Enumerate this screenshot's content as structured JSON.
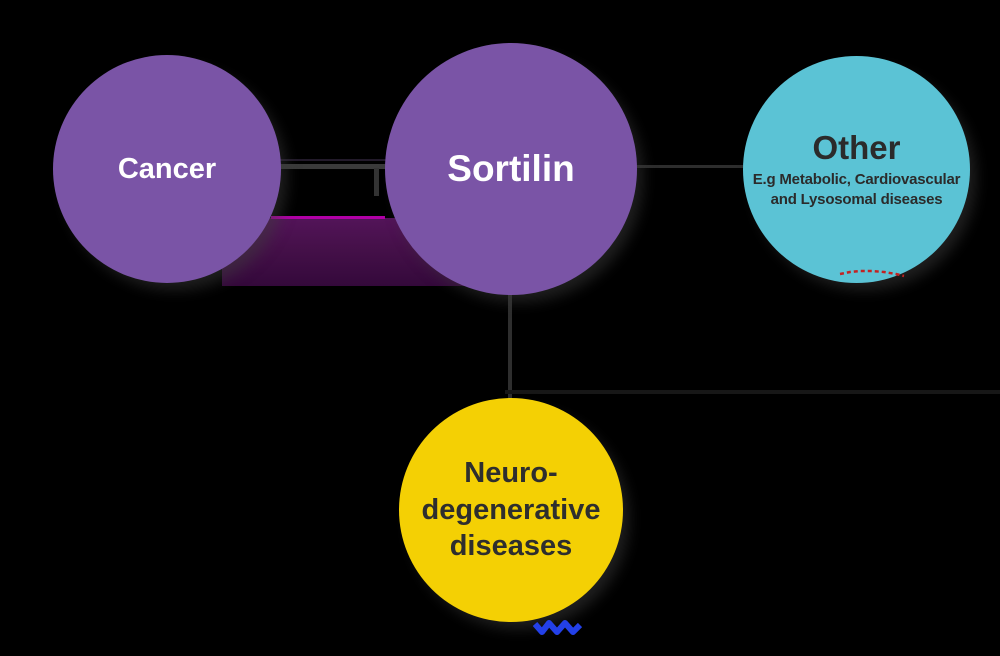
{
  "diagram": {
    "title_implicit": "Sortilin disease associations",
    "background_color": "#000000",
    "nodes": {
      "cancer": {
        "label": "Cancer",
        "fill_color": "#7A54A6",
        "text_color": "#FFFFFF"
      },
      "sortilin": {
        "label": "Sortilin",
        "fill_color": "#7A54A6",
        "text_color": "#FFFFFF"
      },
      "other": {
        "label": "Other",
        "subtitle_line1": "E.g Metabolic, Cardiovascular",
        "subtitle_line2": "and Lysosomal diseases",
        "fill_color": "#5BC3D5",
        "text_color": "#2B2B2B"
      },
      "neuro": {
        "line1": "Neuro-",
        "line2": "degenerative",
        "line3": "diseases",
        "fill_color": "#F4D004",
        "text_color": "#2E2E2E"
      }
    },
    "edges": [
      {
        "from": "cancer",
        "to": "sortilin",
        "color": "#3A3A3A"
      },
      {
        "from": "sortilin",
        "to": "other",
        "color": "#2D2D2D"
      },
      {
        "from": "sortilin",
        "to": "neuro",
        "color": "#2E2E2E"
      }
    ],
    "artifact_colors": {
      "faint_right_line": "#171717",
      "shadow_band_top": "#531459",
      "shadow_band_bottom": "#34093B",
      "magenta_line": "#B100A6",
      "red_squiggle": "#C32222",
      "blue_squiggle": "#2340E8"
    }
  }
}
